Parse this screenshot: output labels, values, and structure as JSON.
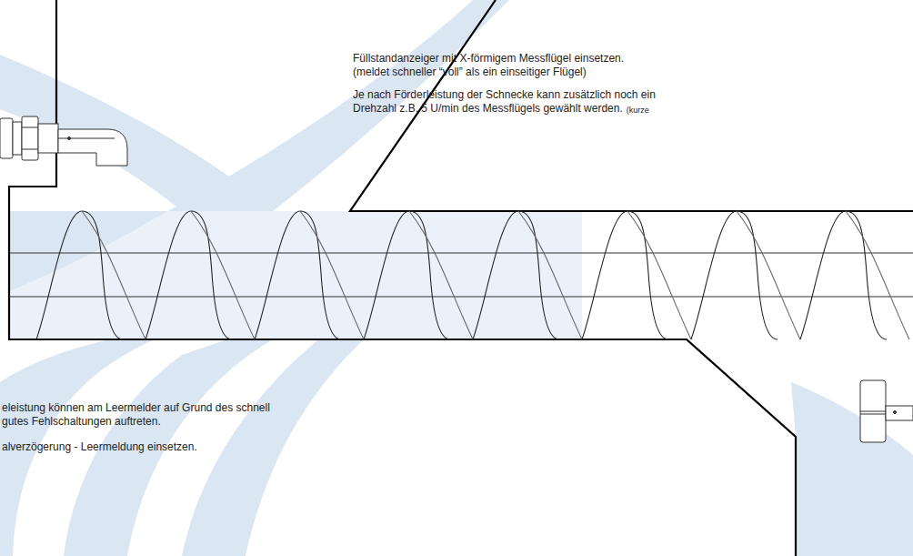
{
  "diagram": {
    "labels": [
      "Füllstandanzeiger mit X-förmigem Messflügel einsetzen.",
      "(meldet  schneller “voll” als ein einseitiger Flügel)",
      "Je nach Förderleistung der Schnecke kann zusätzlich noch ein",
      "Drehzahl z.B. 5 U/min des Messflügels gewählt werden.",
      "(kurze",
      "eleistung können am Leermelder auf Grund des schnell",
      "gutes Fehlschaltungen auftreten.",
      "alverzögerung - Leermeldung   einsetzen."
    ]
  }
}
